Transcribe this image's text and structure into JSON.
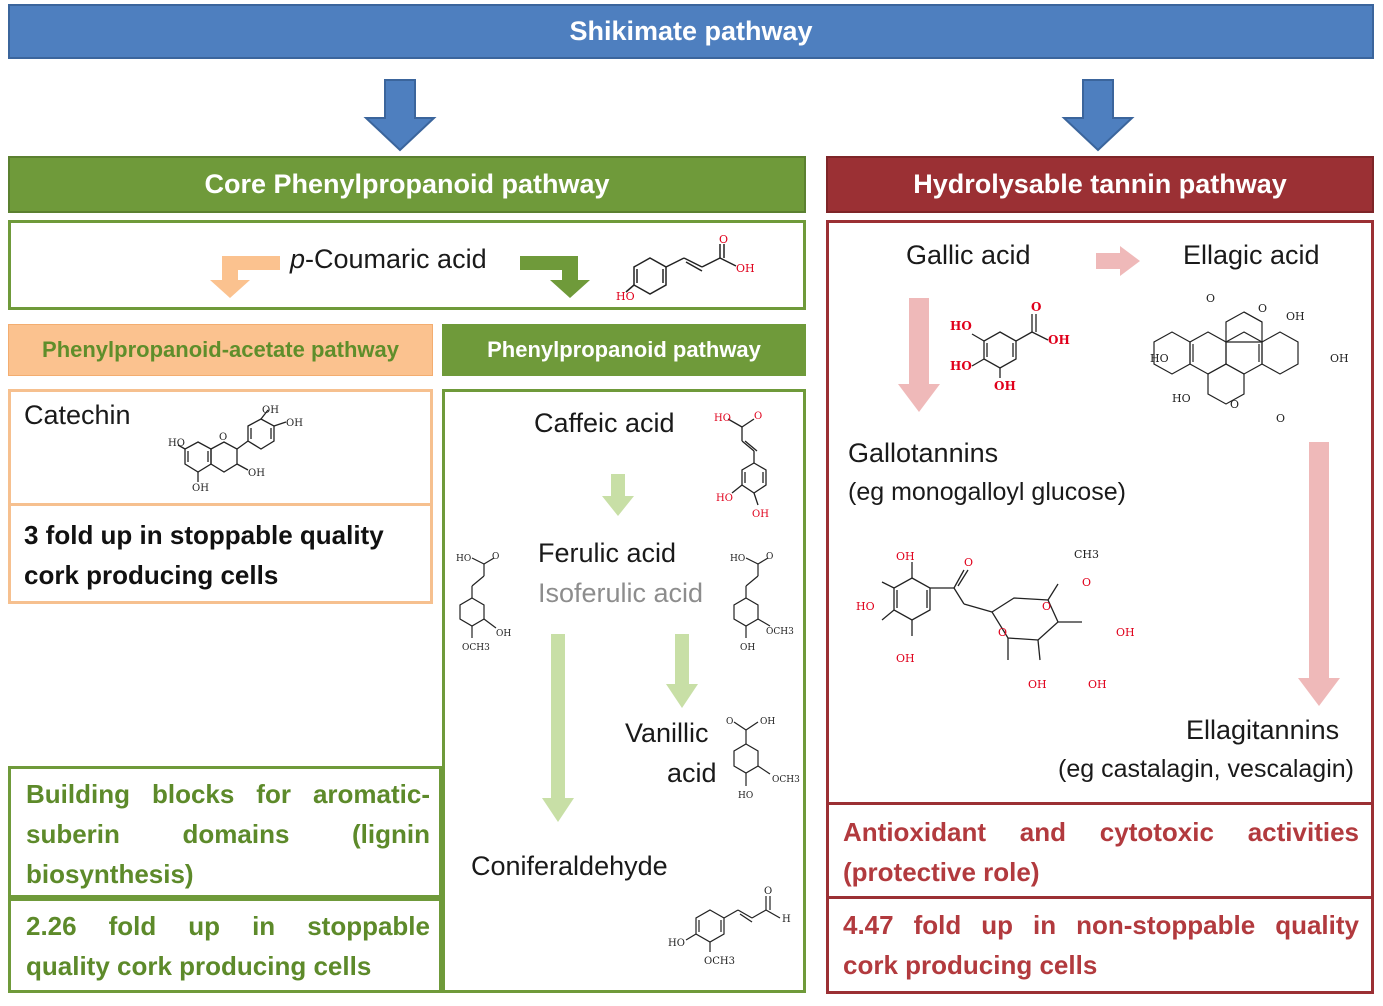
{
  "headers": {
    "shikimate": "Shikimate pathway",
    "core": "Core Phenylpropanoid pathway",
    "hydrolysable": "Hydrolysable tannin pathway",
    "acetate": "Phenylpropanoid-acetate pathway",
    "phenylpropanoid": "Phenylpropanoid pathway"
  },
  "compounds": {
    "coumaric_prefix": "p",
    "coumaric_rest": "-Coumaric acid",
    "catechin": "Catechin",
    "caffeic": "Caffeic acid",
    "ferulic": "Ferulic acid",
    "isoferulic": "Isoferulic acid",
    "vanillic_1": "Vanillic",
    "vanillic_2": "acid",
    "coniferaldehyde": "Coniferaldehyde",
    "gallic": "Gallic acid",
    "ellagic": "Ellagic acid",
    "gallotannins": "Gallotannins",
    "gallotannins_eg": "(eg monogalloyl glucose)",
    "ellagitannins": "Ellagitannins",
    "ellagitannins_eg": "(eg castalagin, vescalagin)"
  },
  "notes": {
    "catechin_fold": "3 fold up in stoppable quality cork producing cells",
    "building_line1": "Building blocks for aromatic-",
    "building_line2": "suberin domains (lignin",
    "building_line3": "biosynthesis)",
    "fold_226_line1": "2.26 fold up in stoppable",
    "fold_226_line2": "quality cork producing cells",
    "antiox_line1": "Antioxidant and cytotoxic activities",
    "antiox_line2": "(protective role)",
    "fold_447_line1": "4.47 fold up in non-stoppable quality",
    "fold_447_line2": "cork producing cells"
  },
  "atoms": {
    "oh": "OH",
    "ho": "HO",
    "o": "O",
    "och3": "OCH3",
    "h": "H",
    "ch3": "CH3"
  },
  "colors": {
    "shikimate": "#4e7fbf",
    "core": "#6f9a3a",
    "hydrolysable": "#9b3034",
    "acetate": "#fbc28f",
    "light_green_arrow": "#c8dfa6",
    "pink_arrow": "#efb9b9"
  }
}
